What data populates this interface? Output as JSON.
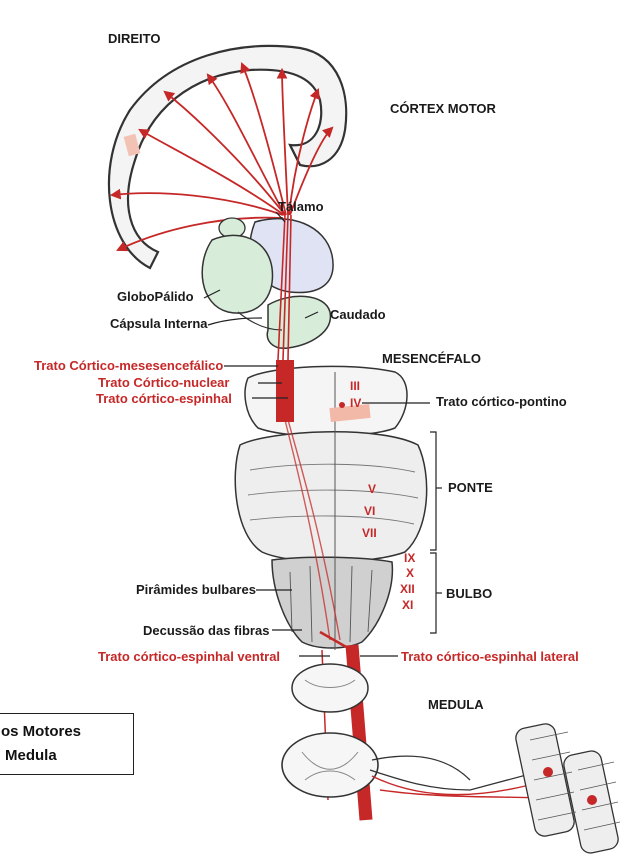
{
  "labels": {
    "direito": "DIREITO",
    "cortex_motor": "CÓRTEX MOTOR",
    "talamo": "Tálamo",
    "globo_palido": "GloboPálido",
    "capsula_interna": "Cápsula Interna",
    "caudado": "Caudado",
    "mesencefalo": "MESENCÉFALO",
    "trato_mesencefalico": "Trato Córtico-mesesencefálico",
    "trato_nuclear": "Trato Córtico-nuclear",
    "trato_espinhal": "Trato córtico-espinhal",
    "trato_pontino": "Trato córtico-pontino",
    "ponte": "PONTE",
    "bulbo": "BULBO",
    "piramides": "Pirâmides bulbares",
    "decussacao": "Decussão das fibras",
    "trato_ventral": "Trato córtico-espinhal  ventral",
    "trato_lateral": "Trato córtico-espinhal  lateral",
    "medula": "MEDULA"
  },
  "nerves": {
    "iii": "III",
    "iv": "IV",
    "v": "V",
    "vi": "VI",
    "vii": "VII",
    "ix": "IX",
    "x": "X",
    "xii": "XII",
    "xi": "XI"
  },
  "box": {
    "line1": "os Motores",
    "line2": "Medula"
  },
  "colors": {
    "tract_red": "#c62828",
    "label_red": "#c62828",
    "thalamus_fill": "#dfe3f3",
    "ganglia_fill": "#d7ecd9"
  }
}
